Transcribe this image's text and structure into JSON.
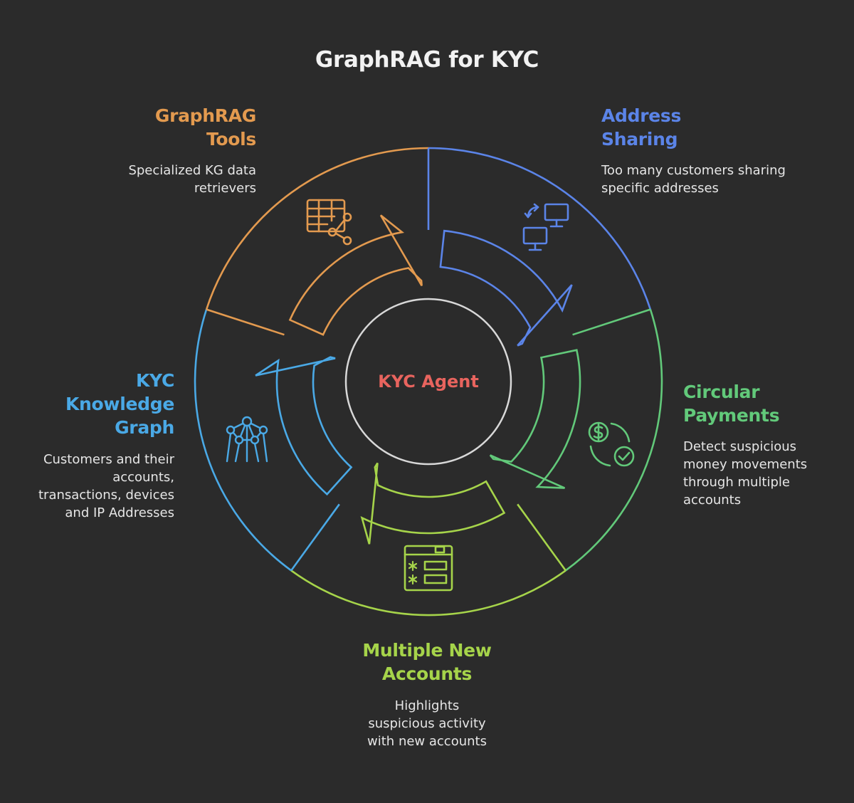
{
  "title": "GraphRAG for KYC",
  "center": {
    "label": "KYC Agent"
  },
  "colors": {
    "background": "#2b2b2b",
    "tools": "#e39a4f",
    "address": "#5b84e8",
    "circular": "#62c97a",
    "accounts": "#a6d44a",
    "knowledge": "#4aa9e6",
    "agent": "#e8645e"
  },
  "segments": [
    {
      "id": "tools",
      "heading": "GraphRAG\nTools",
      "description": "Specialized KG data\nretrievers",
      "icon": "table-share-icon"
    },
    {
      "id": "address",
      "heading": "Address\nSharing",
      "description": "Too many customers sharing\nspecific addresses",
      "icon": "devices-sync-icon"
    },
    {
      "id": "circular",
      "heading": "Circular\nPayments",
      "description": "Detect suspicious\nmoney movements\nthrough multiple\naccounts",
      "icon": "money-check-cycle-icon"
    },
    {
      "id": "accounts",
      "heading": "Multiple New\nAccounts",
      "description": "Highlights\nsuspicious activity\nwith new accounts",
      "icon": "form-asterisk-icon"
    },
    {
      "id": "knowledge",
      "heading": "KYC\nKnowledge\nGraph",
      "description": "Customers and their\naccounts,\ntransactions, devices\nand IP Addresses",
      "icon": "network-nodes-icon"
    }
  ]
}
